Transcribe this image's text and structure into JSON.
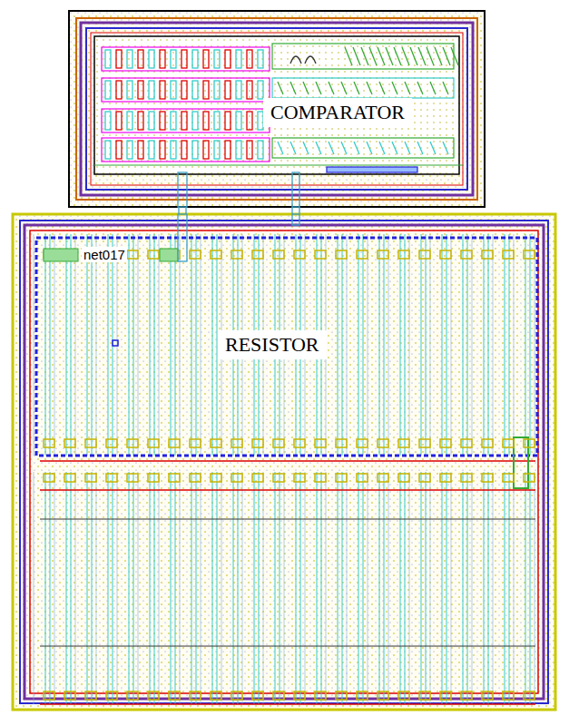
{
  "diagram": {
    "nodes": [
      {
        "text": [
          "COMPARATOR"
        ]
      },
      {
        "text": [
          "RESISTOR"
        ]
      }
    ],
    "edges": [
      {
        "from": 0,
        "to": 1,
        "arrow": "none"
      },
      {
        "from": 0,
        "to": 1,
        "arrow": "none"
      }
    ],
    "labels": [
      "net017"
    ]
  }
}
